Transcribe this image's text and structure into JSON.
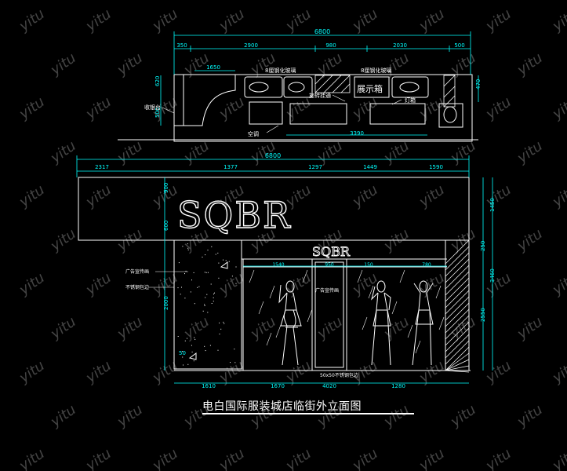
{
  "title": "电白国际服装城店临街外立面图",
  "watermark": "yitu",
  "brand": "SQBR",
  "colors": {
    "background": "#000000",
    "line": "#ffffff",
    "dimension": "#00ffff",
    "hatch": "#ffffff"
  },
  "plan": {
    "overall_dim": "6800",
    "top_dims": [
      "350",
      "2900",
      "980",
      "2030",
      "500"
    ],
    "sub_dim": "1650",
    "bottom_dim": "3390",
    "right_dims": [
      "620",
      "470"
    ],
    "left_dims": [
      "500"
    ],
    "labels": {
      "steel_glass_left": "8厘钢化玻璃",
      "steel_glass_right": "8厘钢化玻璃",
      "display_box": "展示箱",
      "light_box": "灯箱",
      "rotating_hanger": "旋转挂通",
      "cashier": "收银台",
      "aircon": "空调"
    }
  },
  "elevation": {
    "overall_dim": "6800",
    "top_dims": [
      "2317",
      "1377",
      "1297",
      "1449",
      "1590"
    ],
    "right_dims": [
      "1450",
      "3460",
      "2550",
      "250"
    ],
    "left_dims": [
      "900",
      "600",
      "2000",
      "50"
    ],
    "bottom_dims": [
      "1610",
      "1670",
      "4020",
      "1280"
    ],
    "window_dims": [
      "1540",
      "950",
      "150",
      "780"
    ],
    "labels": {
      "ad_poster_left": "广告宣传画",
      "stainless_trim": "不锈钢包边",
      "ad_poster_center": "广告宣传画",
      "bottom_trim": "50x50不锈钢包边"
    }
  }
}
